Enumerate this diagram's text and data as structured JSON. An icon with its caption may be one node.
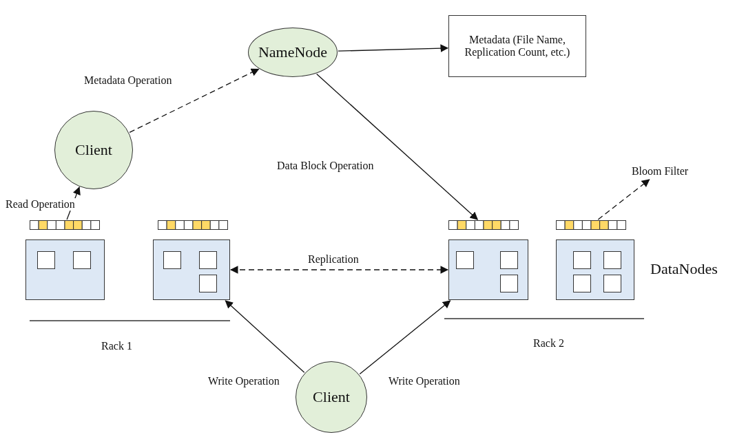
{
  "diagram": {
    "nodes": [
      {
        "text": [
          "NameNode"
        ]
      },
      {
        "text": [
          "Metadata (File Name, Replication Count, etc.)"
        ]
      },
      {
        "text": [
          "Client"
        ]
      },
      {
        "text": [
          "Bloom Filter"
        ]
      },
      {
        "text": [],
        "shape": "bar"
      },
      {
        "text": [],
        "shape": "bar"
      },
      {
        "text": [],
        "shape": "bar"
      },
      {
        "text": [],
        "shape": "bar"
      },
      {
        "text": [],
        "shape": "box"
      },
      {
        "text": [],
        "shape": "box"
      },
      {
        "text": [],
        "shape": "box"
      },
      {
        "text": [],
        "shape": "box"
      },
      {
        "text": [
          "Client"
        ]
      }
    ],
    "edges": [
      {
        "from": 2,
        "to": 0,
        "arrow": "to",
        "label": "Metadata Operation",
        "style": "dashed"
      },
      {
        "from": 0,
        "to": 1,
        "arrow": "to"
      },
      {
        "from": 0,
        "to": 6,
        "arrow": "to",
        "label": "Data Block Operation"
      },
      {
        "from": 7,
        "to": 3,
        "arrow": "to",
        "style": "dashed"
      },
      {
        "from": 9,
        "to": 10,
        "arrow": "both",
        "label": "Replication",
        "style": "dashed"
      },
      {
        "from": 12,
        "to": 9,
        "arrow": "to",
        "label": "Write Operation"
      },
      {
        "from": 12,
        "to": 10,
        "arrow": "to",
        "label": "Write Operation"
      },
      {
        "from": 4,
        "to": 2,
        "arrow": "to",
        "label": "Read Operation"
      }
    ],
    "labels": [
      "DataNodes",
      "Rack 1",
      "Rack 2"
    ]
  }
}
